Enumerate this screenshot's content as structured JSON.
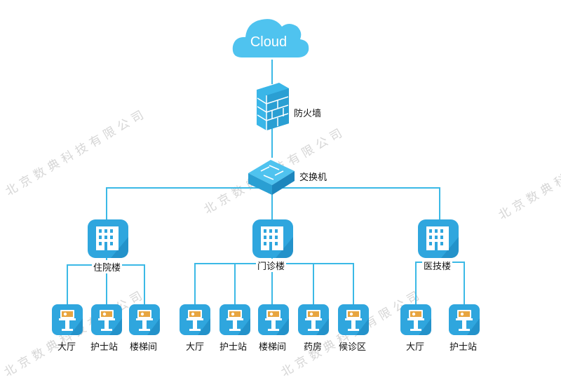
{
  "colors": {
    "line": "#3bb9e6",
    "tile": "#2fa6de",
    "tile_shadow": "#1d86bd",
    "cloud": "#4fc3ef",
    "firewall": "#3ab6e8"
  },
  "watermark": "北京数典科技有限公司",
  "cloud": {
    "label": "Cloud",
    "icon": "cloud-icon"
  },
  "firewall": {
    "label": "防火墙",
    "icon": "firewall-icon"
  },
  "switch": {
    "label": "交换机",
    "icon": "switch-icon"
  },
  "buildings": [
    {
      "label": "住院楼",
      "icon": "building-icon",
      "endpoints": [
        {
          "label": "大厅"
        },
        {
          "label": "护士站"
        },
        {
          "label": "楼梯间"
        }
      ]
    },
    {
      "label": "门诊楼",
      "icon": "building-icon",
      "endpoints": [
        {
          "label": "大厅"
        },
        {
          "label": "护士站"
        },
        {
          "label": "楼梯间"
        },
        {
          "label": "药房"
        },
        {
          "label": "候诊区"
        }
      ]
    },
    {
      "label": "医技楼",
      "icon": "building-icon",
      "endpoints": [
        {
          "label": "大厅"
        },
        {
          "label": "护士站"
        }
      ]
    }
  ],
  "endpoint_icon": "kiosk-terminal-icon"
}
